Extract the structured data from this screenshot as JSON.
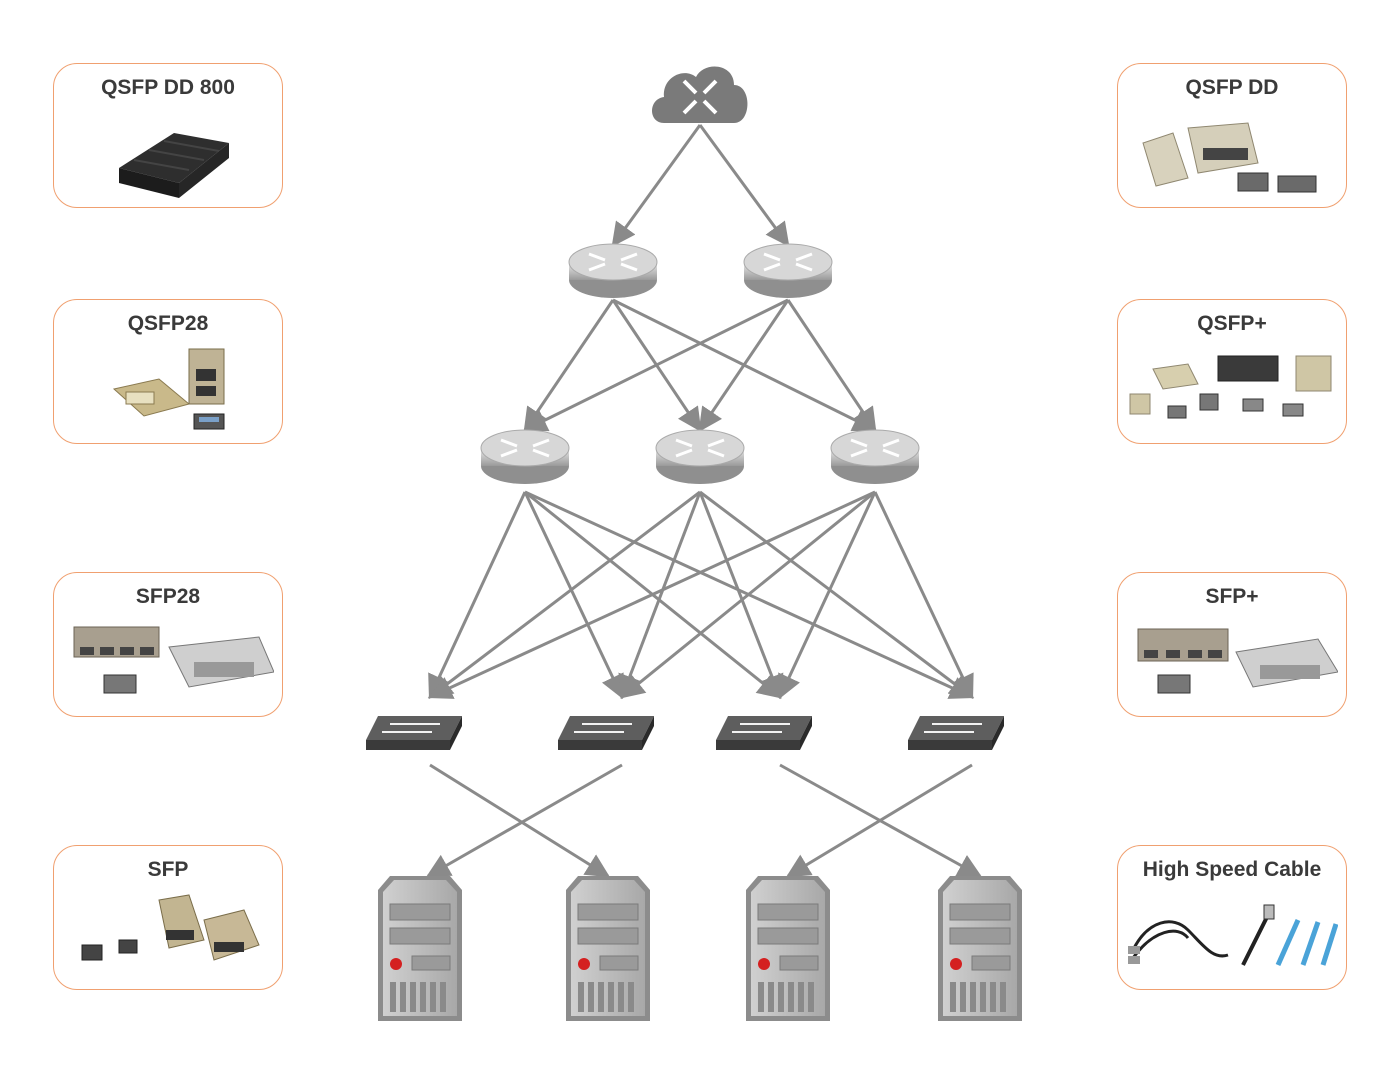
{
  "cards_left": [
    {
      "id": "qsfp-dd-800",
      "title": "QSFP DD 800",
      "illustration": "qsfp-dd-800-module"
    },
    {
      "id": "qsfp28",
      "title": "QSFP28",
      "illustration": "qsfp28-cages"
    },
    {
      "id": "sfp28",
      "title": "SFP28",
      "illustration": "sfp28-cages"
    },
    {
      "id": "sfp",
      "title": "SFP",
      "illustration": "sfp-cages"
    }
  ],
  "cards_right": [
    {
      "id": "qsfp-dd",
      "title": "QSFP DD",
      "illustration": "qsfp-dd-cages"
    },
    {
      "id": "qsfp-plus",
      "title": "QSFP+",
      "illustration": "qsfp-plus-cages"
    },
    {
      "id": "sfp-plus",
      "title": "SFP+",
      "illustration": "sfp-plus-cages"
    },
    {
      "id": "high-speed-cable",
      "title": "High Speed Cable",
      "illustration": "cable-assemblies"
    }
  ],
  "topology": {
    "nodes": [
      {
        "id": "cloud",
        "kind": "cloud-router-icon"
      },
      {
        "id": "core-1",
        "kind": "router-icon"
      },
      {
        "id": "core-2",
        "kind": "router-icon"
      },
      {
        "id": "agg-1",
        "kind": "router-icon"
      },
      {
        "id": "agg-2",
        "kind": "router-icon"
      },
      {
        "id": "agg-3",
        "kind": "router-icon"
      },
      {
        "id": "sw-1",
        "kind": "switch-icon"
      },
      {
        "id": "sw-2",
        "kind": "switch-icon"
      },
      {
        "id": "sw-3",
        "kind": "switch-icon"
      },
      {
        "id": "sw-4",
        "kind": "switch-icon"
      },
      {
        "id": "srv-1",
        "kind": "server-icon"
      },
      {
        "id": "srv-2",
        "kind": "server-icon"
      },
      {
        "id": "srv-3",
        "kind": "server-icon"
      },
      {
        "id": "srv-4",
        "kind": "server-icon"
      }
    ],
    "links": [
      [
        "cloud",
        "core-1"
      ],
      [
        "cloud",
        "core-2"
      ],
      [
        "core-1",
        "agg-1"
      ],
      [
        "core-1",
        "agg-2"
      ],
      [
        "core-1",
        "agg-3"
      ],
      [
        "core-2",
        "agg-1"
      ],
      [
        "core-2",
        "agg-2"
      ],
      [
        "core-2",
        "agg-3"
      ],
      [
        "agg-1",
        "sw-1"
      ],
      [
        "agg-1",
        "sw-2"
      ],
      [
        "agg-1",
        "sw-3"
      ],
      [
        "agg-1",
        "sw-4"
      ],
      [
        "agg-2",
        "sw-1"
      ],
      [
        "agg-2",
        "sw-2"
      ],
      [
        "agg-2",
        "sw-3"
      ],
      [
        "agg-2",
        "sw-4"
      ],
      [
        "agg-3",
        "sw-1"
      ],
      [
        "agg-3",
        "sw-2"
      ],
      [
        "agg-3",
        "sw-3"
      ],
      [
        "agg-3",
        "sw-4"
      ],
      [
        "sw-1",
        "srv-2"
      ],
      [
        "sw-2",
        "srv-1"
      ],
      [
        "sw-3",
        "srv-4"
      ],
      [
        "sw-4",
        "srv-3"
      ]
    ]
  },
  "colors": {
    "card_border": "#f0a070",
    "link": "#8a8a8a",
    "title_text": "#3a3a3a",
    "server_led": "#d42020"
  }
}
